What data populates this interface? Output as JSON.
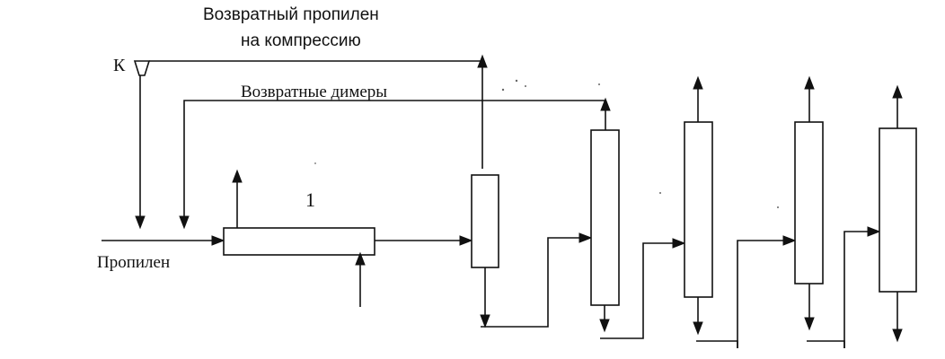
{
  "labels": {
    "return_propylene_line1": "Возвратный пропилен",
    "return_propylene_line2": "на компрессию",
    "return_dimers": "Возвратные димеры",
    "compressor_k": "К",
    "propylene_feed": "Пропилен",
    "unit_1": "1"
  },
  "colors": {
    "line": "#111111",
    "background": "#ffffff"
  }
}
